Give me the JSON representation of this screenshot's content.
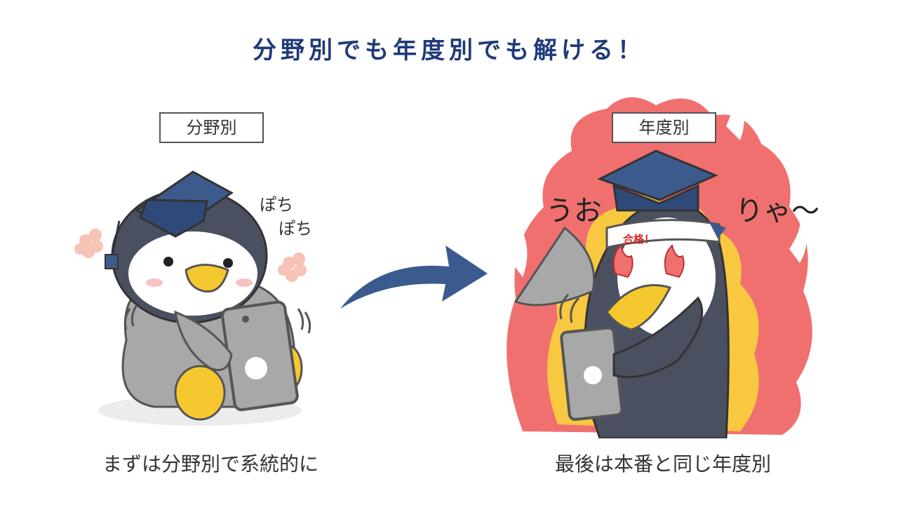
{
  "title": "分野別でも年度別でも解ける！",
  "left": {
    "label": "分野別",
    "sound1": "ぽち",
    "sound2": "ぽち",
    "caption": "まずは分野別で系統的に"
  },
  "right": {
    "label": "年度別",
    "shout_left": "うお",
    "shout_right": "りゃ〜",
    "headband": "合格！",
    "caption": "最後は本番と同じ年度別"
  },
  "colors": {
    "title": "#1f3a7a",
    "hat": "#3d5a8c",
    "penguin_dark": "#4a5060",
    "penguin_gray": "#a8a8a8",
    "beak": "#f6c830",
    "flame_red": "#f07070",
    "flame_yellow": "#f8c840",
    "arrow": "#3b5b8e"
  }
}
